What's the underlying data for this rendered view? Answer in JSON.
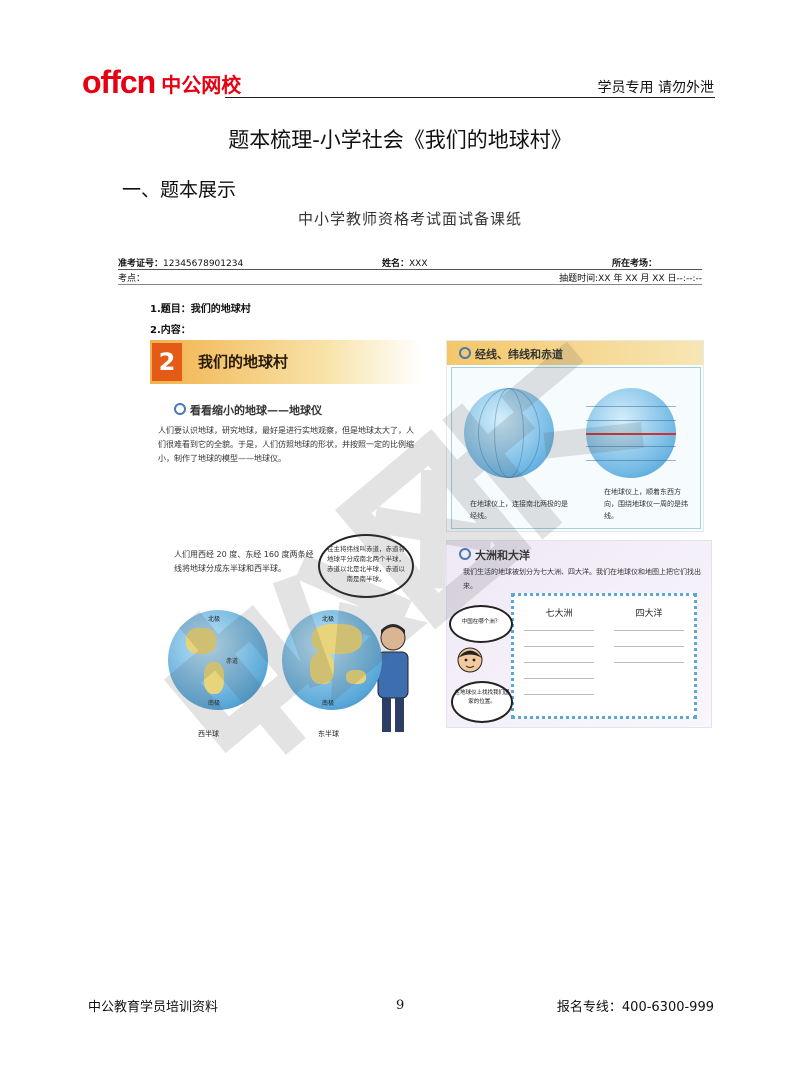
{
  "header": {
    "logo_text_latin": "offcn",
    "logo_text_cn": "中公网校",
    "note": "学员专用 请勿外泄"
  },
  "document": {
    "title": "题本梳理-小学社会《我们的地球村》",
    "section_heading": "一、题本展示"
  },
  "exam_paper": {
    "title": "中小学教师资格考试面试备课纸",
    "ticket_label": "准考证号：",
    "ticket_value": "12345678901234",
    "name_label": "姓名：",
    "name_value": "XXX",
    "exam_room_label": "所在考场：",
    "examiner_label": "考点：",
    "draw_time": "抽题时间:XX 年 XX 月 XX 日--:--:--",
    "question_title": "1.题目：我们的地球村",
    "question_content_label": "2.内容："
  },
  "textbook": {
    "lesson_number": "2",
    "lesson_title": "我们的地球村",
    "sub_heading1": "看看缩小的地球——地球仪",
    "para1": "人们要认识地球，研究地球，最好是进行实地观察，但是地球太大了，人们很难看到它的全貌。于是，人们仿照地球的形状，并按照一定的比例缩小，制作了地球的模型——地球仪。",
    "para2": "人们用西经 20 度、东经 160 度两条经线将地球分成东半球和西半球。",
    "bubble_left": "在主将纬线叫赤道，赤道将地球平分成南北两个半球，赤道以北是北半球，赤道以南是南半球。",
    "west_caption": "西半球",
    "east_caption": "东半球",
    "north_label": "北极",
    "south_label": "南极",
    "equator_label": "赤道",
    "right_top_title": "经线、纬线和赤道",
    "right_top_cap_left": "在地球仪上，连接南北两极的是经线。",
    "right_top_cap_right": "在地球仪上，顺着东西方向，围绕地球仪一周的是纬线。",
    "right_bottom_title": "大洲和大洋",
    "right_bottom_text": "我们生活的地球被划分为七大洲、四大洋。我们在地球仪和地图上把它们找出来。",
    "continents_col": "七大洲",
    "oceans_col": "四大洋",
    "rb_bubble1": "中国在哪个洲？",
    "rb_bubble2": "在地球仪上找找我们国家的位置。"
  },
  "watermark_text": "中公网校",
  "footer": {
    "left": "中公教育学员培训资料",
    "page": "9",
    "right": "报名专线：400-6300-999"
  }
}
